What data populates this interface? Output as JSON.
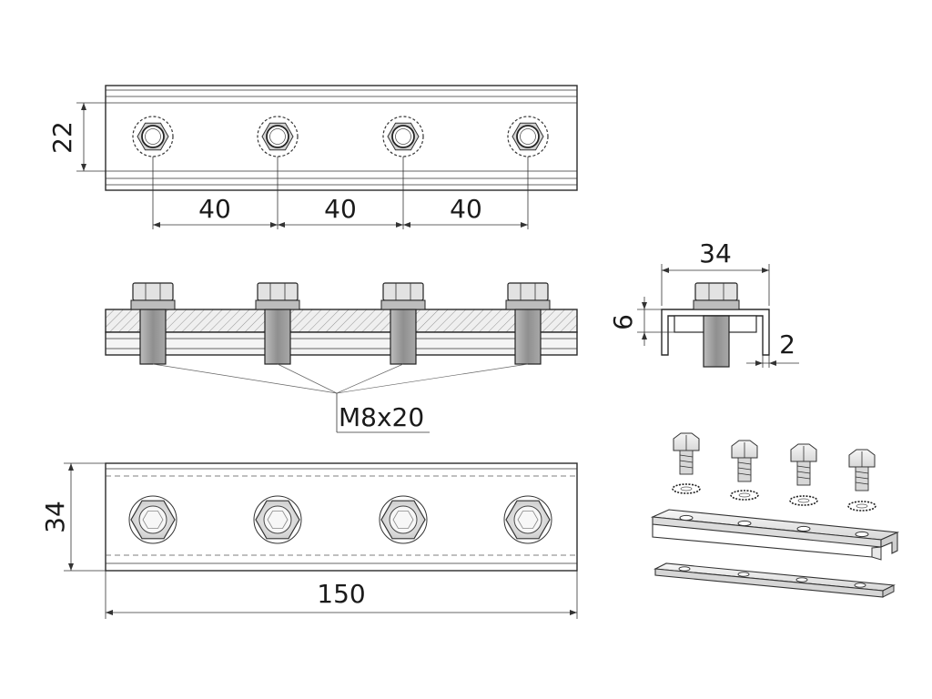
{
  "drawing": {
    "top_view": {
      "width_label": "22",
      "pitch_labels": [
        "40",
        "40",
        "40"
      ]
    },
    "section_view": {
      "bolt_callout": "M8x20"
    },
    "end_view": {
      "width_label": "34",
      "height_label": "6",
      "thickness_label": "2"
    },
    "bottom_view": {
      "width_label": "34",
      "length_label": "150"
    }
  },
  "colors": {
    "line": "#2a2a2a",
    "steel": "#c9c9c9",
    "hatch": "#8a8a8a"
  },
  "icons": [
    "hex-nut-icon",
    "hex-bolt-icon",
    "lock-washer-icon"
  ]
}
